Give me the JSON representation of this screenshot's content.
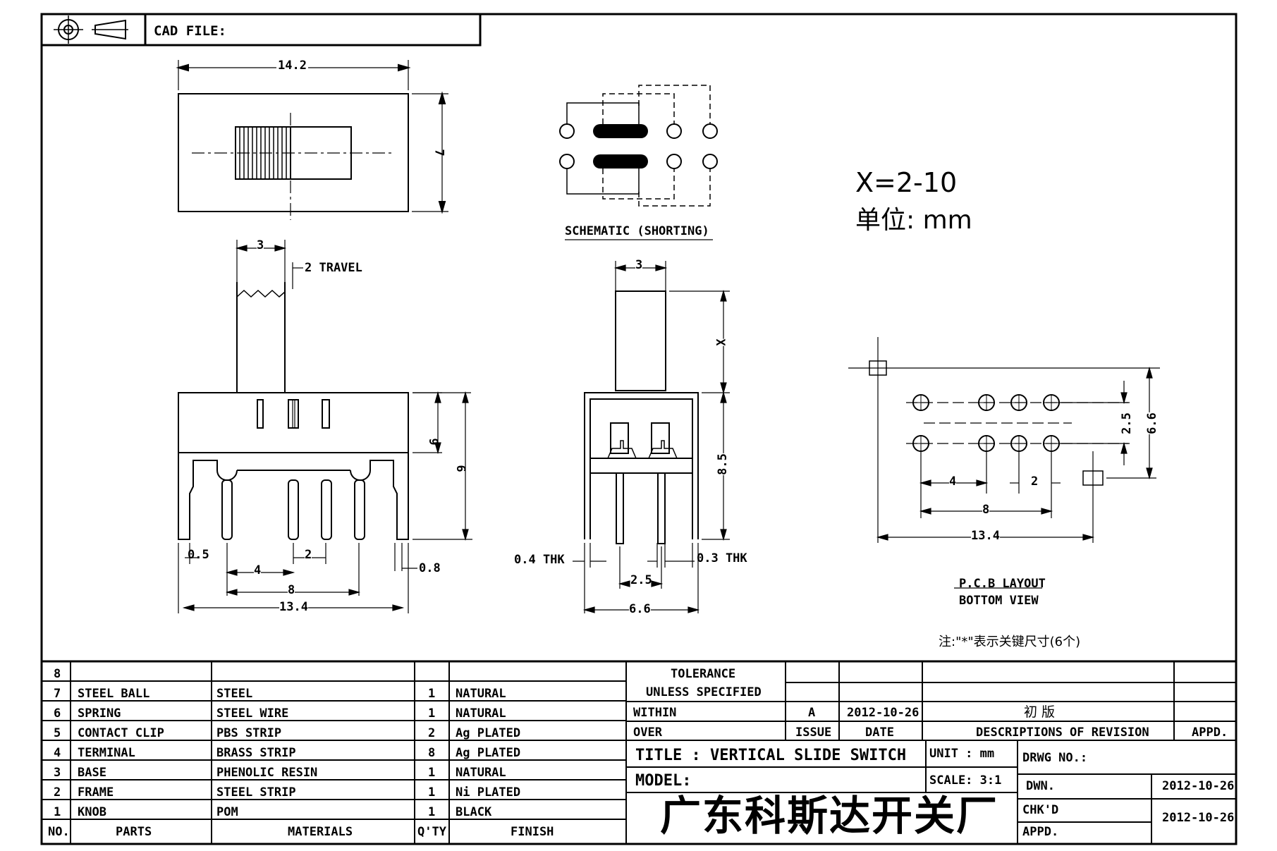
{
  "header": {
    "cad_file_label": "CAD FILE:",
    "projection_icon": "third-angle-projection-symbol"
  },
  "annotations": {
    "x_range": "X=2-10",
    "unit": "单位: mm",
    "schematic_label": "SCHEMATIC (SHORTING)",
    "pcb_layout": "P.C.B LAYOUT",
    "bottom_view": "BOTTOM VIEW",
    "note": "注:\"*\"表示关键尺寸(6个)"
  },
  "dimensions": {
    "top_width": "14.2",
    "top_height": "7",
    "side_3": "3",
    "travel": "2 TRAVEL",
    "side_6": "6",
    "side_9": "9",
    "side_05": "0.5",
    "side_2": "2",
    "side_08": "0.8",
    "side_4": "4",
    "side_8": "8",
    "side_134": "13.4",
    "front_3": "3",
    "front_x": "X",
    "front_85": "8.5",
    "front_04": "0.4 THK",
    "front_03": "0.3 THK",
    "front_25": "2.5",
    "front_66": "6.6",
    "pcb_25": "2.5",
    "pcb_66": "6.6",
    "pcb_4": "4",
    "pcb_2": "2",
    "pcb_8": "8",
    "pcb_134": "13.4"
  },
  "parts_table": {
    "headers": {
      "no": "NO.",
      "parts": "PARTS",
      "materials": "MATERIALS",
      "qty": "Q'TY",
      "finish": "FINISH"
    },
    "rows": [
      {
        "no": "8",
        "part": "",
        "material": "",
        "qty": "",
        "finish": ""
      },
      {
        "no": "7",
        "part": "STEEL BALL",
        "material": "STEEL",
        "qty": "1",
        "finish": "NATURAL"
      },
      {
        "no": "6",
        "part": "SPRING",
        "material": "STEEL WIRE",
        "qty": "1",
        "finish": "NATURAL"
      },
      {
        "no": "5",
        "part": "CONTACT CLIP",
        "material": "PBS STRIP",
        "qty": "2",
        "finish": "Ag PLATED"
      },
      {
        "no": "4",
        "part": "TERMINAL",
        "material": "BRASS STRIP",
        "qty": "8",
        "finish": "Ag PLATED"
      },
      {
        "no": "3",
        "part": "BASE",
        "material": "PHENOLIC RESIN",
        "qty": "1",
        "finish": "NATURAL"
      },
      {
        "no": "2",
        "part": "FRAME",
        "material": "STEEL STRIP",
        "qty": "1",
        "finish": "Ni PLATED"
      },
      {
        "no": "1",
        "part": "KNOB",
        "material": "POM",
        "qty": "1",
        "finish": "BLACK"
      }
    ]
  },
  "title_block": {
    "tolerance": "TOLERANCE",
    "unless_specified": "UNLESS  SPECIFIED",
    "within": "WITHIN",
    "over": "OVER",
    "issue_value": "A",
    "date_value": "2012-10-26",
    "revision_value": "初  版",
    "issue": "ISSUE",
    "date": "DATE",
    "descriptions": "DESCRIPTIONS OF REVISION",
    "appd": "APPD.",
    "title": "TITLE :  VERTICAL SLIDE SWITCH",
    "unit": "UNIT :  mm",
    "drwg_no": "DRWG NO.:",
    "model": "MODEL:",
    "scale": "SCALE:  3:1",
    "dwn": "DWN.",
    "dwn_date": "2012-10-26",
    "chkd": "CHK'D",
    "chkd_date": "2012-10-26",
    "appd2": "APPD.",
    "company": "广东科斯达开关厂"
  }
}
